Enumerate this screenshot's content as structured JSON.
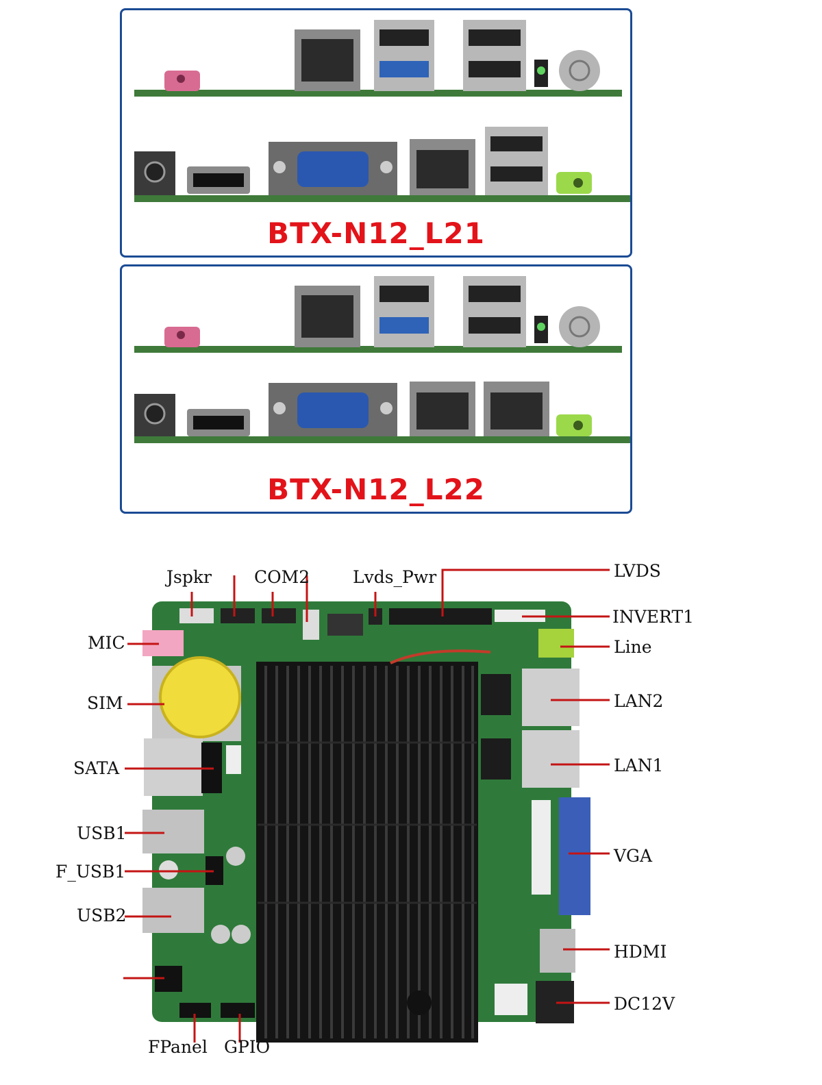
{
  "panels": [
    {
      "model": "BTX-N12_L21"
    },
    {
      "model": "BTX-N12_L22"
    }
  ],
  "board": {
    "labels": {
      "jspkr": "Jspkr",
      "com2": "COM2",
      "lvds_pwr": "Lvds_Pwr",
      "lvds": "LVDS",
      "invert1": "INVERT1",
      "line": "Line",
      "lan2": "LAN2",
      "lan1": "LAN1",
      "vga": "VGA",
      "hdmi": "HDMI",
      "dc12v": "DC12V",
      "mic": "MIC",
      "sim": "SIM",
      "sata": "SATA",
      "usb1": "USB1",
      "f_usb1": "F_USB1",
      "usb2": "USB2",
      "fpanel": "FPanel",
      "gpio": "GPIO"
    }
  },
  "colors": {
    "panel_border": "#1b4b94",
    "model_text": "#e3131a",
    "pcb": "#2f7a3a",
    "heatsink": "#141414"
  }
}
